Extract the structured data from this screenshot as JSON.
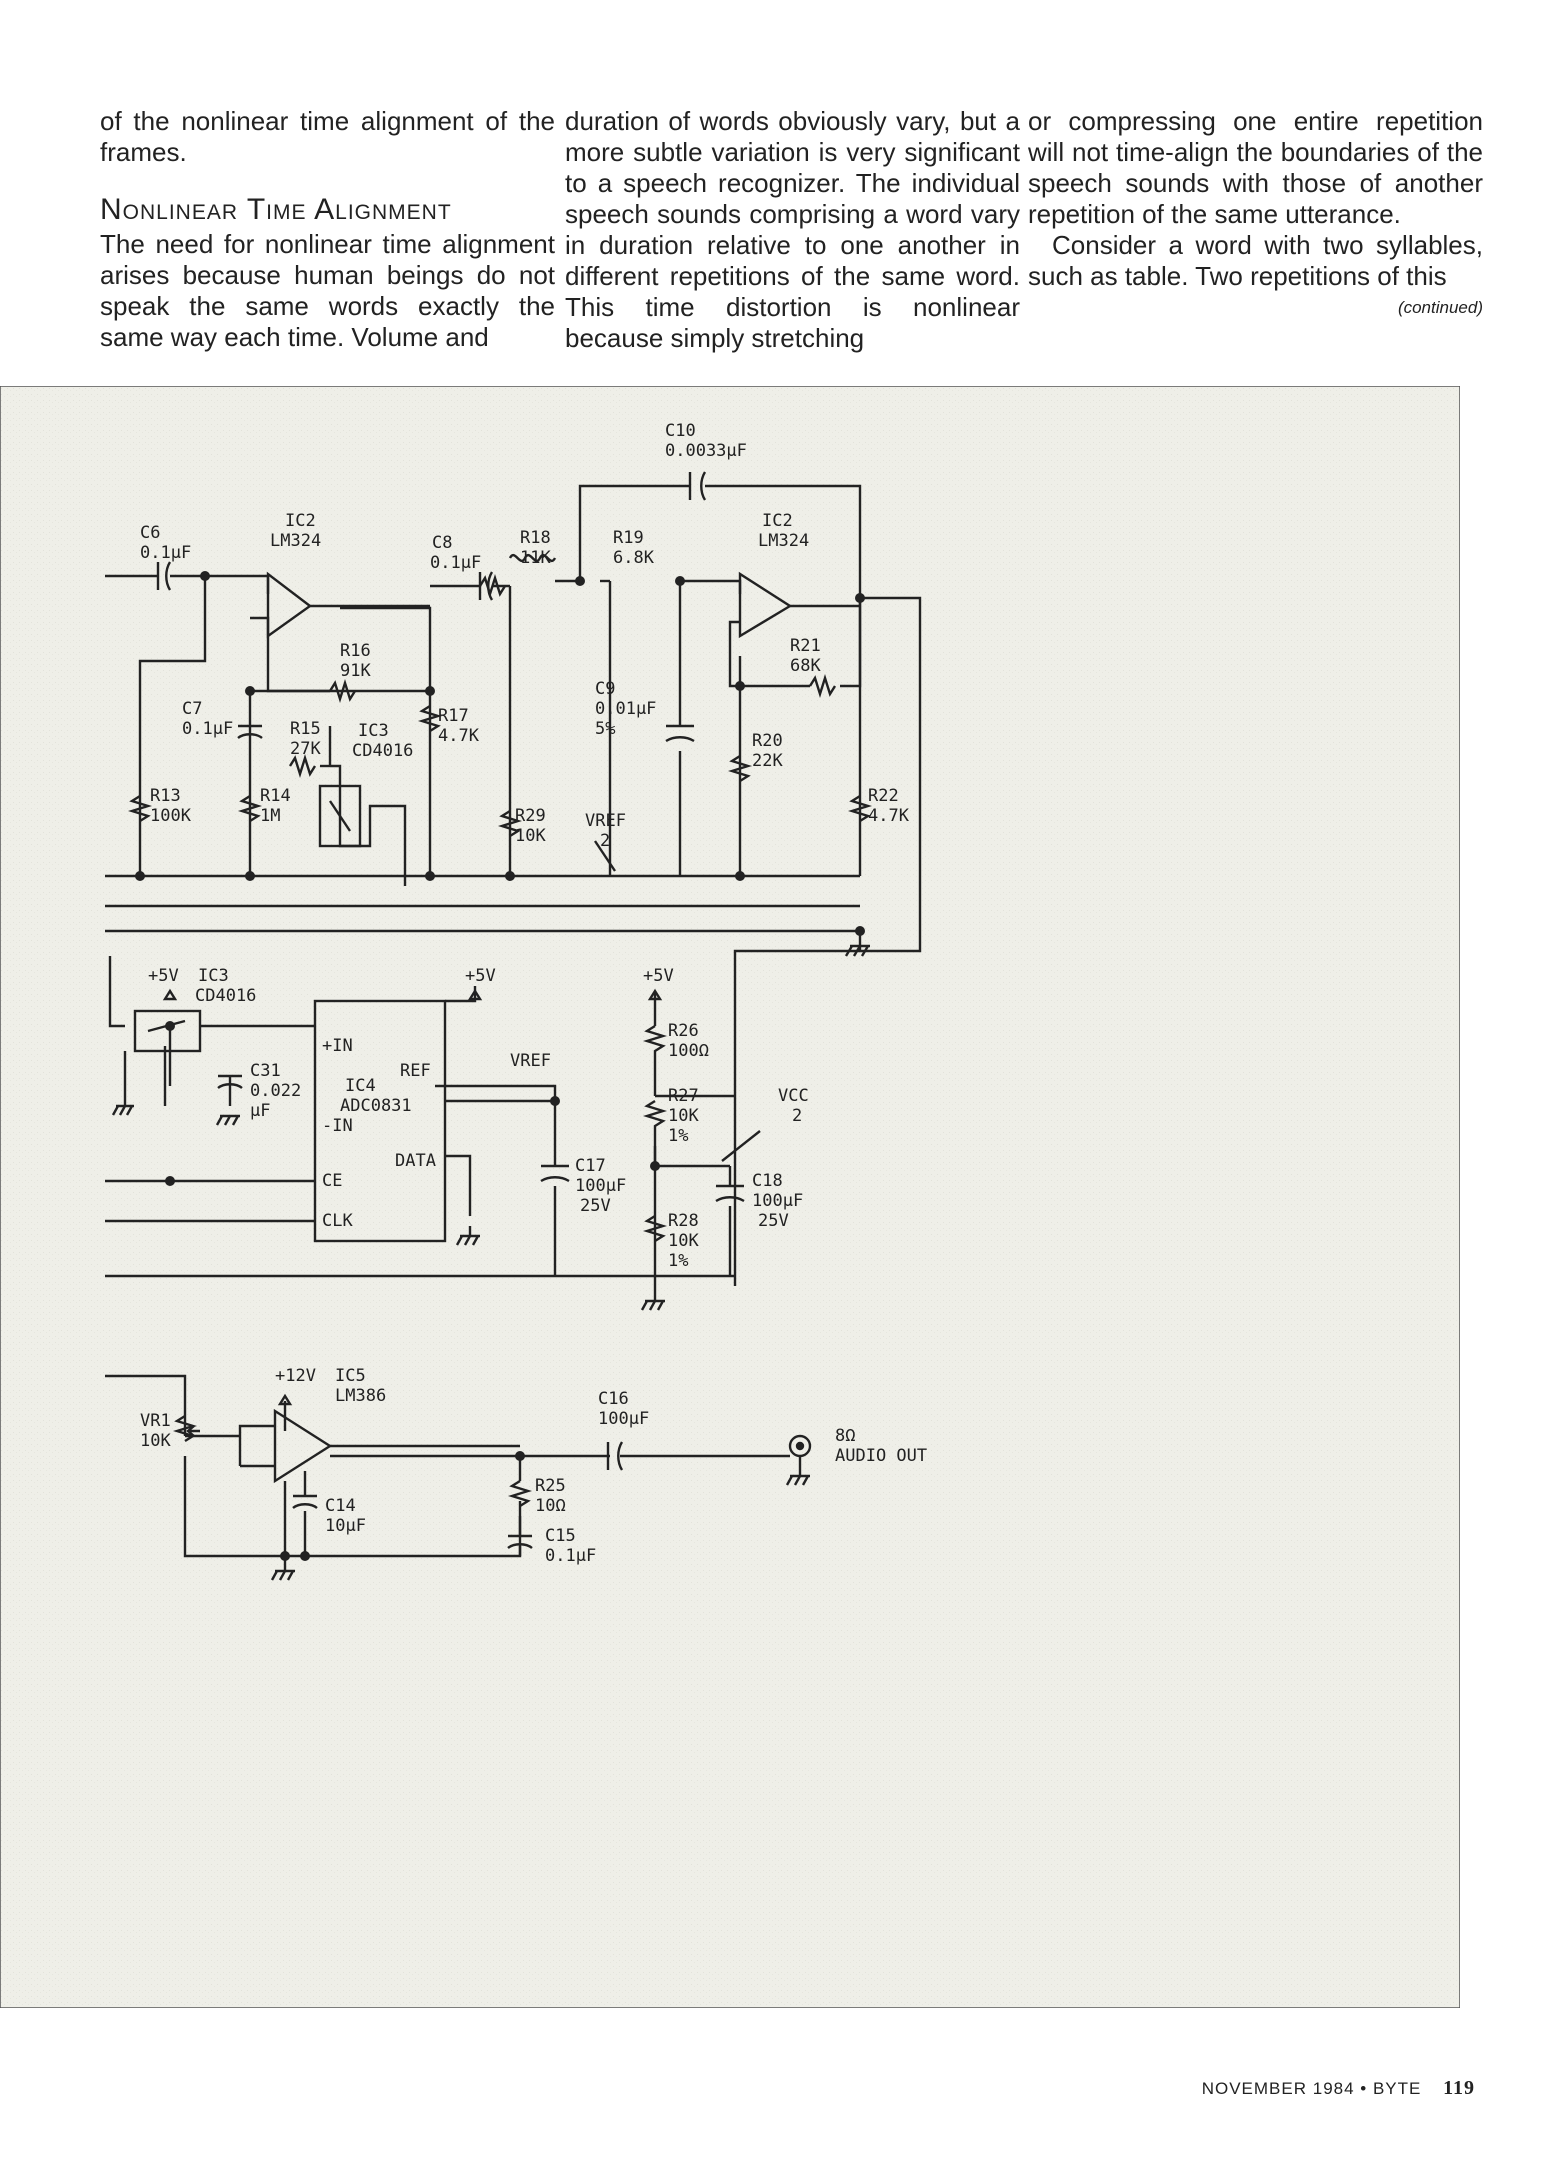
{
  "columns": {
    "col1": {
      "p1": "of the nonlinear time alignment of the frames.",
      "heading": "Nonlinear Time Alignment",
      "p2": "The need for nonlinear time alignment arises because human beings do not speak the same words exactly the same way each time. Volume and"
    },
    "col2": {
      "p1": "duration of words obviously vary, but a more subtle variation is very significant to a speech recognizer. The individual speech sounds comprising a word vary in duration relative to one another in different repetitions of the same word. This time distortion is nonlinear because simply stretching"
    },
    "col3": {
      "p1": "or compressing one entire repetition will not time-align the boundaries of the speech sounds with those of another repetition of the same utterance.",
      "p2": "Consider a word with two syllables, such as table. Two repetitions of this",
      "continued": "(continued)"
    }
  },
  "schematic": {
    "labels": {
      "c10": "C10",
      "c10v": "0.0033µF",
      "c6": "C6",
      "c6v": "0.1µF",
      "ic2a": "IC2",
      "ic2av": "LM324",
      "c8": "C8",
      "c8v": "0.1µF",
      "r18": "R18",
      "r18v": "11K",
      "r19": "R19",
      "r19v": "6.8K",
      "ic2b": "IC2",
      "ic2bv": "LM324",
      "r16": "R16",
      "r16v": "91K",
      "r21": "R21",
      "r21v": "68K",
      "c9": "C9",
      "c9v": "0.01µF",
      "c9t": "5%",
      "c7": "C7",
      "c7v": "0.1µF",
      "r15": "R15",
      "r15v": "27K",
      "ic3a": "IC3",
      "ic3av": "CD4016",
      "r17": "R17",
      "r17v": "4.7K",
      "r20": "R20",
      "r20v": "22K",
      "r13": "R13",
      "r13v": "100K",
      "r14": "R14",
      "r14v": "1M",
      "r29": "R29",
      "r29v": "10K",
      "vref": "VREF",
      "two": "2",
      "r22": "R22",
      "r22v": "4.7K",
      "p5v": "+5V",
      "ic3b": "IC3",
      "ic3bv": "CD4016",
      "p5v2": "+5V",
      "p5v3": "+5V",
      "c31": "C31",
      "c31v": "0.022",
      "c31u": "µF",
      "inp": "+IN",
      "ic4": "IC4",
      "ic4v": "ADC0831",
      "ref": "REF",
      "inm": "-IN",
      "ce": "CE",
      "data": "DATA",
      "clk": "CLK",
      "vref2": "VREF",
      "r26": "R26",
      "r26v": "100Ω",
      "r27": "R27",
      "r27v": "10K",
      "r27t": "1%",
      "vcc": "VCC",
      "vcc2": "2",
      "c17": "C17",
      "c17v": "100µF",
      "c17t": "25V",
      "c18": "C18",
      "c18v": "100µF",
      "c18t": "25V",
      "r28": "R28",
      "r28v": "10K",
      "r28t": "1%",
      "p12v": "+12V",
      "ic5": "IC5",
      "ic5v": "LM386",
      "c16": "C16",
      "c16v": "100µF",
      "vr1": "VR1",
      "vr1v": "10K",
      "ohm8": "8Ω",
      "audio": "AUDIO OUT",
      "r25": "R25",
      "r25v": "10Ω",
      "c14": "C14",
      "c14v": "10µF",
      "c15": "C15",
      "c15v": "0.1µF"
    }
  },
  "footer": {
    "issue": "NOVEMBER 1984 • BYTE",
    "page": "119"
  }
}
